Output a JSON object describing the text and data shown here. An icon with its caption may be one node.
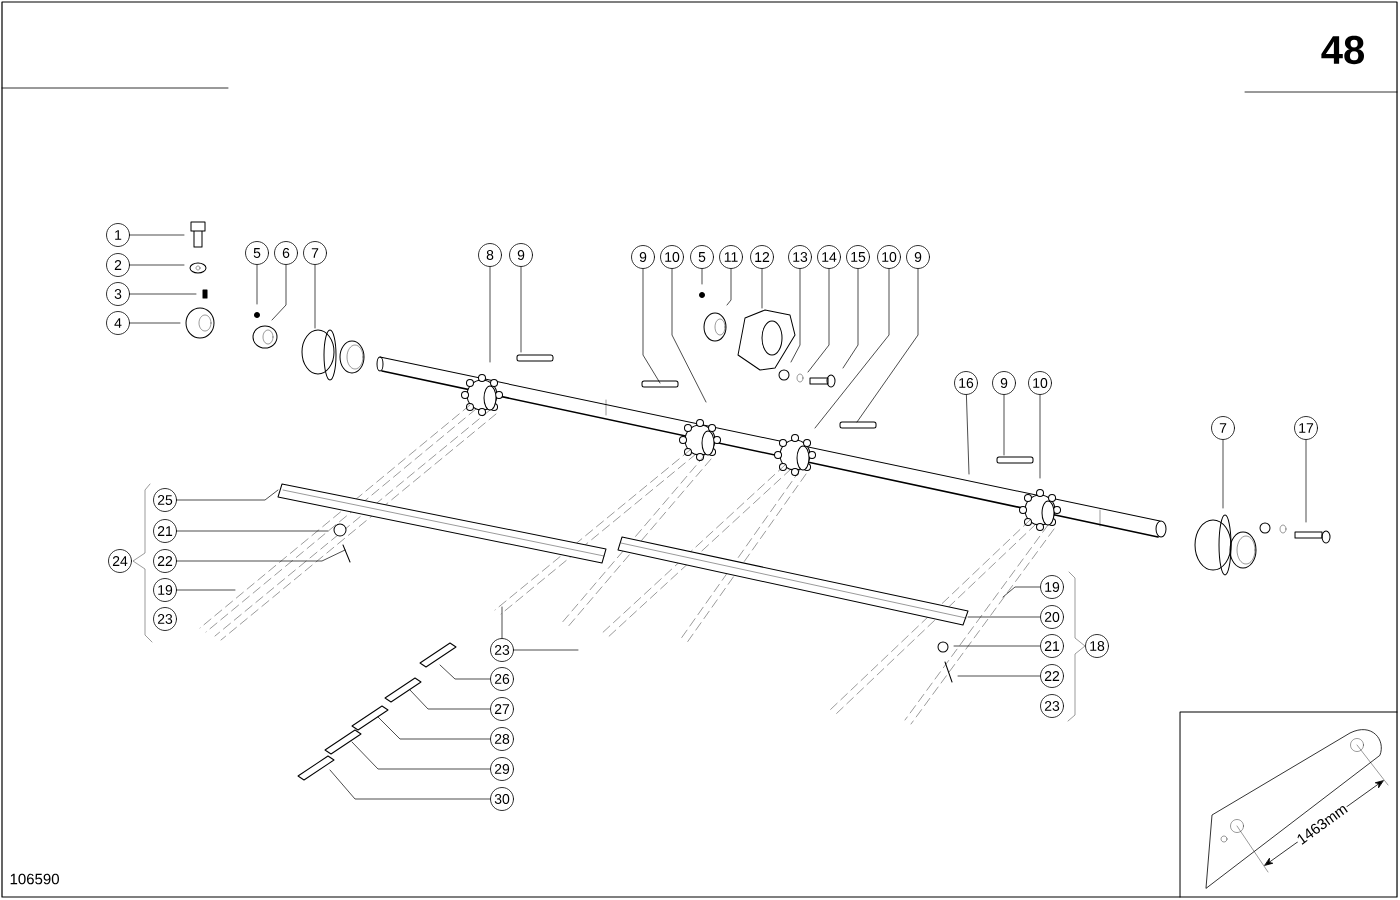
{
  "diagram": {
    "nodes": [
      {
        "text": [
          "1"
        ]
      },
      {
        "text": [
          "2"
        ]
      },
      {
        "text": [
          "3"
        ]
      },
      {
        "text": [
          "4"
        ]
      },
      {
        "text": [
          "5"
        ]
      },
      {
        "text": [
          "6"
        ]
      },
      {
        "text": [
          "7"
        ]
      },
      {
        "text": [
          "8"
        ]
      },
      {
        "text": [
          "9"
        ]
      },
      {
        "text": [
          "9"
        ]
      },
      {
        "text": [
          "10"
        ]
      },
      {
        "text": [
          "5"
        ]
      },
      {
        "text": [
          "11"
        ]
      },
      {
        "text": [
          "12"
        ]
      },
      {
        "text": [
          "13"
        ]
      },
      {
        "text": [
          "14"
        ]
      },
      {
        "text": [
          "15"
        ]
      },
      {
        "text": [
          "10"
        ]
      },
      {
        "text": [
          "9"
        ]
      },
      {
        "text": [
          "16"
        ]
      },
      {
        "text": [
          "9"
        ]
      },
      {
        "text": [
          "10"
        ]
      },
      {
        "text": [
          "7"
        ]
      },
      {
        "text": [
          "17"
        ]
      },
      {
        "text": [
          "25"
        ]
      },
      {
        "text": [
          "21"
        ]
      },
      {
        "text": [
          "24"
        ]
      },
      {
        "text": [
          "22"
        ]
      },
      {
        "text": [
          "19"
        ]
      },
      {
        "text": [
          "23"
        ]
      },
      {
        "text": [
          "23"
        ]
      },
      {
        "text": [
          "26"
        ]
      },
      {
        "text": [
          "27"
        ]
      },
      {
        "text": [
          "28"
        ]
      },
      {
        "text": [
          "29"
        ]
      },
      {
        "text": [
          "30"
        ]
      },
      {
        "text": [
          "19"
        ]
      },
      {
        "text": [
          "20"
        ]
      },
      {
        "text": [
          "21"
        ]
      },
      {
        "text": [
          "18"
        ]
      },
      {
        "text": [
          "22"
        ]
      },
      {
        "text": [
          "23"
        ]
      }
    ],
    "edges": [
      {
        "from": 0,
        "to": null,
        "arrow": "none"
      },
      {
        "from": 1,
        "to": null,
        "arrow": "none"
      },
      {
        "from": 2,
        "to": null,
        "arrow": "none"
      },
      {
        "from": 3,
        "to": null,
        "arrow": "none"
      },
      {
        "from": 4,
        "to": null,
        "arrow": "none"
      },
      {
        "from": 5,
        "to": null,
        "arrow": "none"
      },
      {
        "from": 6,
        "to": null,
        "arrow": "none"
      },
      {
        "from": 7,
        "to": null,
        "arrow": "none"
      },
      {
        "from": 8,
        "to": null,
        "arrow": "none"
      },
      {
        "from": 9,
        "to": null,
        "arrow": "none"
      },
      {
        "from": 10,
        "to": null,
        "arrow": "none"
      },
      {
        "from": 11,
        "to": null,
        "arrow": "none"
      },
      {
        "from": 12,
        "to": null,
        "arrow": "none"
      },
      {
        "from": 13,
        "to": null,
        "arrow": "none"
      },
      {
        "from": 14,
        "to": null,
        "arrow": "none"
      },
      {
        "from": 15,
        "to": null,
        "arrow": "none"
      },
      {
        "from": 16,
        "to": null,
        "arrow": "none"
      },
      {
        "from": 17,
        "to": null,
        "arrow": "none"
      },
      {
        "from": 18,
        "to": null,
        "arrow": "none"
      },
      {
        "from": 19,
        "to": null,
        "arrow": "none"
      },
      {
        "from": 20,
        "to": null,
        "arrow": "none"
      },
      {
        "from": 21,
        "to": null,
        "arrow": "none"
      },
      {
        "from": 22,
        "to": null,
        "arrow": "none"
      },
      {
        "from": 23,
        "to": null,
        "arrow": "none"
      },
      {
        "from": 24,
        "to": null,
        "arrow": "none"
      },
      {
        "from": 25,
        "to": null,
        "arrow": "none"
      },
      {
        "from": 27,
        "to": null,
        "arrow": "none"
      },
      {
        "from": 28,
        "to": null,
        "arrow": "none"
      },
      {
        "from": 30,
        "to": null,
        "arrow": "none"
      },
      {
        "from": 30,
        "to": null,
        "arrow": "none"
      },
      {
        "from": 31,
        "to": null,
        "arrow": "none"
      },
      {
        "from": 32,
        "to": null,
        "arrow": "none"
      },
      {
        "from": 33,
        "to": null,
        "arrow": "none"
      },
      {
        "from": 34,
        "to": null,
        "arrow": "none"
      },
      {
        "from": 35,
        "to": null,
        "arrow": "none"
      },
      {
        "from": 36,
        "to": null,
        "arrow": "none"
      },
      {
        "from": 37,
        "to": null,
        "arrow": "none"
      },
      {
        "from": 38,
        "to": null,
        "arrow": "none"
      },
      {
        "from": 40,
        "to": null,
        "arrow": "none"
      }
    ],
    "labels": [
      "48",
      "106590",
      "1463mm"
    ]
  }
}
